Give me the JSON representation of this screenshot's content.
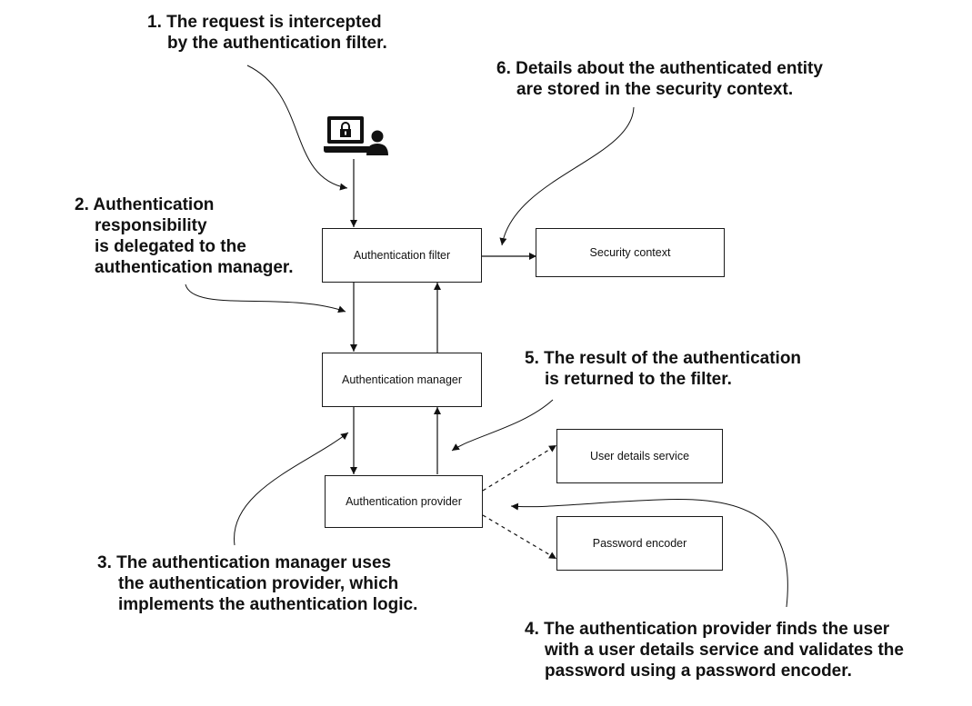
{
  "components": {
    "auth_filter": "Authentication filter",
    "security_context": "Security context",
    "auth_manager": "Authentication manager",
    "auth_provider": "Authentication provider",
    "user_details_service": "User details service",
    "password_encoder": "Password encoder"
  },
  "notes": {
    "step1": [
      "1. The request is intercepted",
      "by the authentication filter."
    ],
    "step2": [
      "2. Authentication",
      "responsibility",
      "is delegated to the",
      "authentication manager."
    ],
    "step3": [
      "3. The authentication manager uses",
      "the authentication provider, which",
      "implements the authentication logic."
    ],
    "step4": [
      "4. The authentication provider finds the user",
      "with a user details service and validates the",
      "password using a password encoder."
    ],
    "step5": [
      "5. The result of the authentication",
      "is returned to the filter."
    ],
    "step6": [
      "6. Details about the authenticated entity",
      "are stored in the security context."
    ]
  },
  "icons": {
    "client": "laptop-user-icon"
  },
  "colors": {
    "ink": "#111111"
  }
}
